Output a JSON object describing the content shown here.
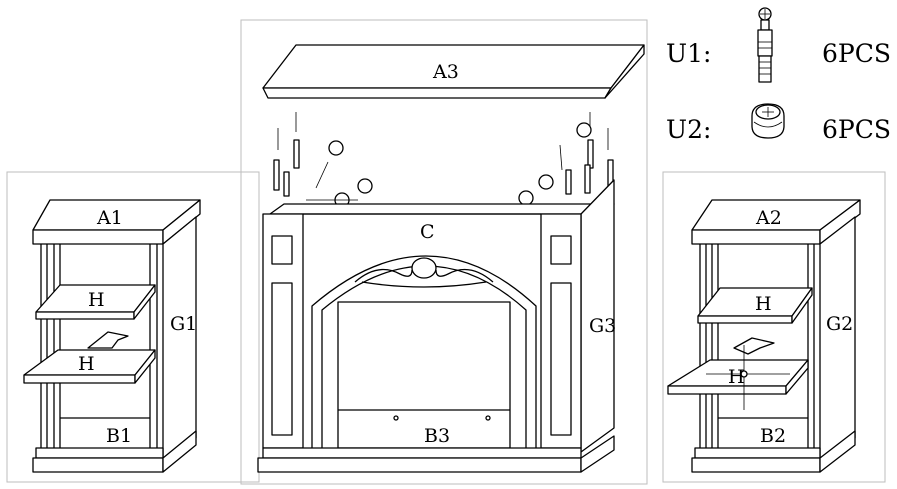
{
  "labels": {
    "top_panel": "A3",
    "center_panel": "C",
    "center_base": "B3",
    "center_side": "G3",
    "left_top": "A1",
    "left_shelf_upper": "H",
    "left_shelf_lower": "H",
    "left_base": "B1",
    "left_side": "G1",
    "right_top": "A2",
    "right_shelf_upper": "H",
    "right_shelf_lower": "H",
    "right_base": "B2",
    "right_side": "G2"
  },
  "legend": [
    {
      "code": "U1:",
      "icon": "cam-bolt-icon",
      "quantity": "6PCS"
    },
    {
      "code": "U2:",
      "icon": "cam-lock-icon",
      "quantity": "6PCS"
    }
  ]
}
